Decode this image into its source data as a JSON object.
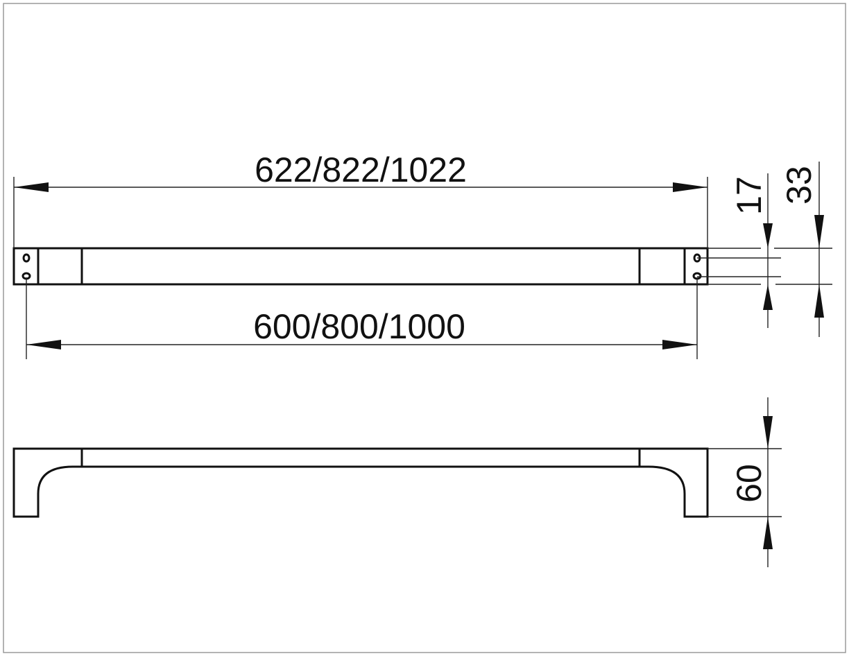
{
  "drawing": {
    "overall_length_label": "622/822/1022",
    "mounting_distance_label": "600/800/1000",
    "hole_spacing_label": "17",
    "bar_width_label": "33",
    "projection_label": "60"
  },
  "colors": {
    "line": "#111111",
    "frame": "#9a9a9a",
    "background": "#ffffff"
  }
}
